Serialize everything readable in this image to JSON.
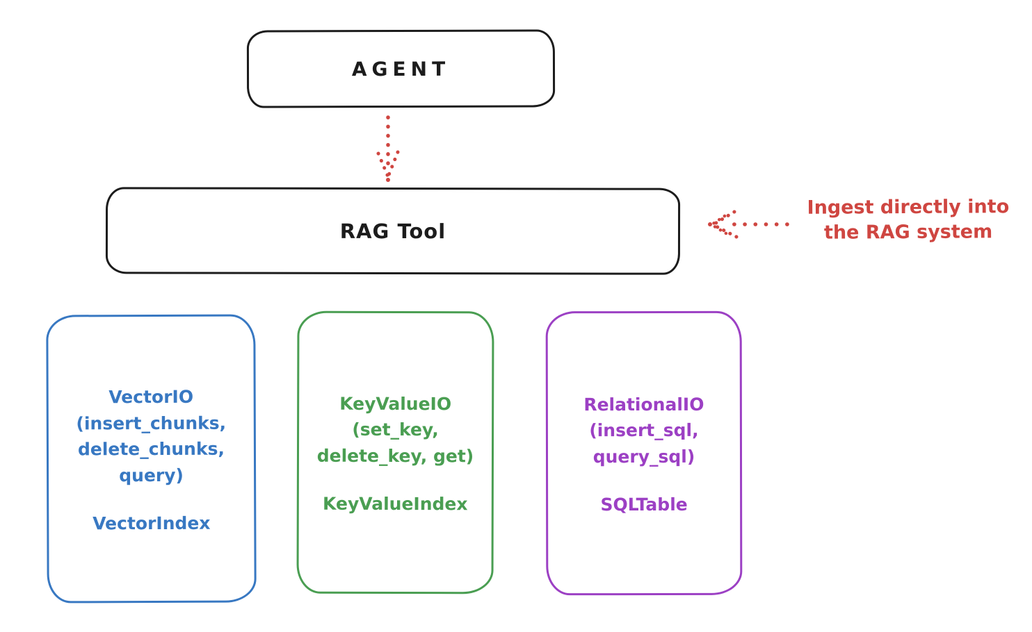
{
  "colors": {
    "ink": "#1c1c1c",
    "red": "#cf4641",
    "blue": "#3878c2",
    "green": "#4a9e52",
    "purple": "#9c40c4",
    "background": "#ffffff"
  },
  "agent_box": {
    "label": "AGENT"
  },
  "rag_tool_box": {
    "label": "RAG Tool"
  },
  "annotation": {
    "text": "Ingest directly into\nthe RAG system",
    "color": "#cf4641"
  },
  "arrows": [
    {
      "name": "agent-to-rag-arrow",
      "style": "dotted",
      "direction": "down",
      "color": "#cf4641"
    },
    {
      "name": "ingest-arrow",
      "style": "dotted",
      "direction": "left",
      "color": "#cf4641"
    }
  ],
  "storage_boxes": [
    {
      "title": "VectorIO",
      "methods": "(insert_chunks,\ndelete_chunks,\nquery)",
      "index": "VectorIndex",
      "color": "#3878c2"
    },
    {
      "title": "KeyValueIO",
      "methods": "(set_key,\ndelete_key, get)",
      "index": "KeyValueIndex",
      "color": "#4a9e52"
    },
    {
      "title": "RelationalIO",
      "methods": "(insert_sql,\nquery_sql)",
      "index": "SQLTable",
      "color": "#9c40c4"
    }
  ]
}
